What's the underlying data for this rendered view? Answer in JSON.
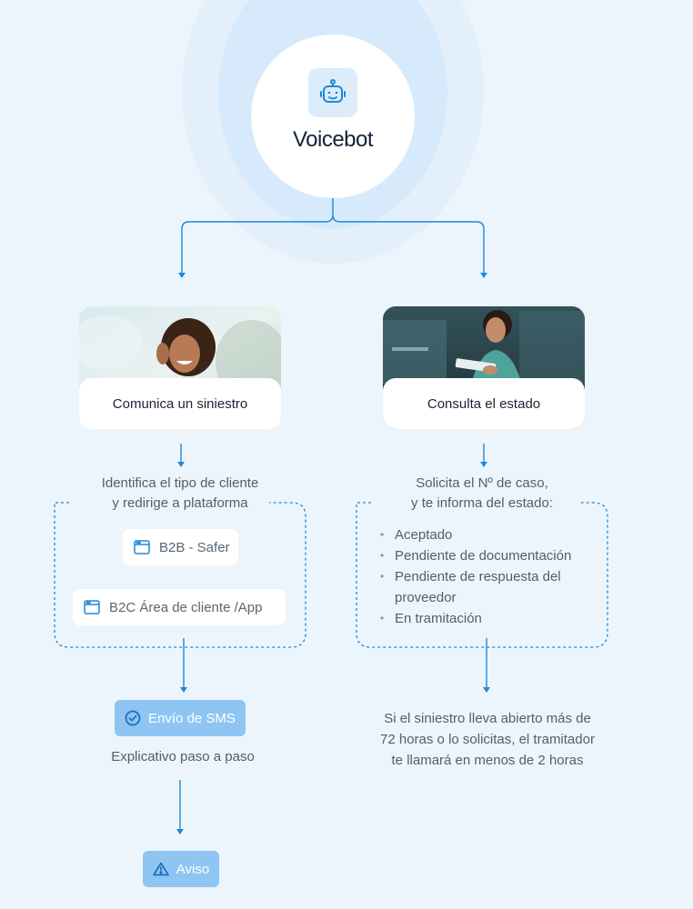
{
  "hub": {
    "title": "Voicebot",
    "icon": "robot-icon"
  },
  "left": {
    "card_title": "Comunica un siniestro",
    "caption_line1": "Identifica el tipo de cliente",
    "caption_line2": "y redirige a plataforma",
    "options": [
      {
        "label": "B2B - Safer",
        "icon": "browser-window-icon"
      },
      {
        "label": "B2C Área de cliente /App",
        "icon": "browser-window-icon"
      }
    ],
    "sms_label": "Envío de SMS",
    "sms_caption": "Explicativo paso a paso",
    "warning_label": "Aviso"
  },
  "right": {
    "card_title": "Consulta el estado",
    "caption_line1": "Solicita el Nº de caso,",
    "caption_line2": "y te informa del estado:",
    "statuses": [
      "Aceptado",
      "Pendiente de documentación",
      "Pendiente de respuesta del",
      "En tramitación"
    ],
    "status_continuation": "proveedor",
    "footer_line1": "Si el siniestro lleva abierto más de",
    "footer_line2": "72 horas o lo solicitas, el tramitador",
    "footer_line3": "te llamará en menos de 2 horas"
  },
  "colors": {
    "accent": "#1e88d8",
    "background": "#edf5fc",
    "action": "#8ec5f2"
  }
}
